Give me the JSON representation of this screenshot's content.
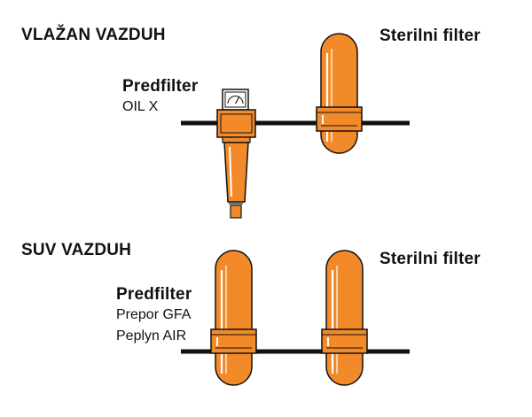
{
  "colors": {
    "filter_fill": "#f28a2a",
    "filter_stroke": "#111111",
    "pipe": "#111111",
    "highlight": "#ffffff"
  },
  "icons": {
    "gauge": "pressure-gauge-icon"
  },
  "wet_air": {
    "title": "VLAŽAN VAZDUH",
    "prefilter": {
      "label": "Predfilter",
      "products": [
        "OIL X"
      ]
    },
    "sterile": {
      "label": "Sterilni filter"
    }
  },
  "dry_air": {
    "title": "SUV VAZDUH",
    "prefilter": {
      "label": "Predfilter",
      "products": [
        "Prepor GFA",
        "Peplyn AIR"
      ]
    },
    "sterile": {
      "label": "Sterilni filter"
    }
  }
}
